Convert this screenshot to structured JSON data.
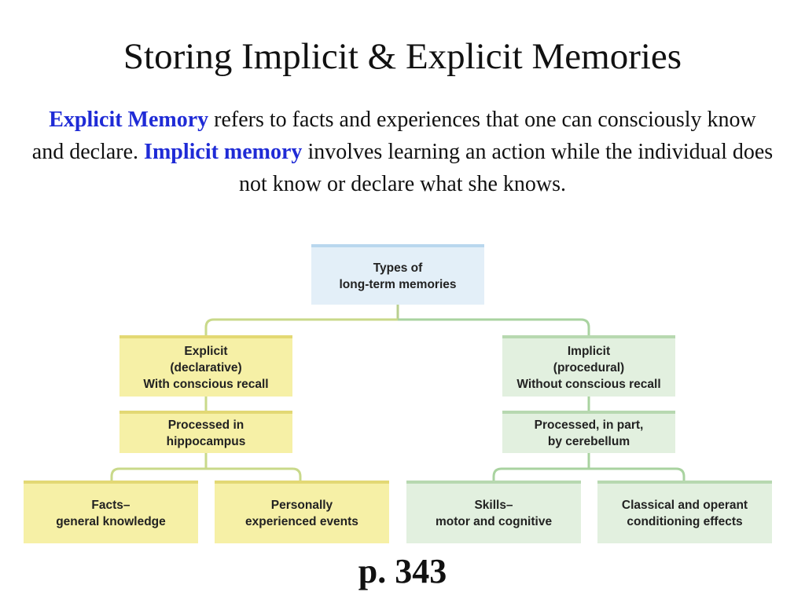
{
  "title": "Storing Implicit & Explicit Memories",
  "intro": {
    "term_explicit": "Explicit Memory",
    "text_1": " refers to facts and experiences that one can consciously know and declare. ",
    "term_implicit": "Implicit memory",
    "text_2": " involves learning an action while the individual does not know or declare what she knows."
  },
  "diagram": {
    "root": "Types of\nlong-term memories",
    "explicit": "Explicit\n(declarative)\nWith conscious recall",
    "implicit": "Implicit\n(procedural)\nWithout conscious recall",
    "explicit_processed": "Processed in\nhippocampus",
    "implicit_processed": "Processed, in part,\nby cerebellum",
    "facts": "Facts–\ngeneral knowledge",
    "personal": "Personally\nexperienced events",
    "skills": "Skills–\nmotor and cognitive",
    "conditioning": "Classical and operant\nconditioning effects",
    "colors": {
      "root_fill": "#e3eff8",
      "explicit_fill": "#f6f0a6",
      "implicit_fill": "#e2f0df",
      "connector_explicit": "#c9d98a",
      "connector_implicit": "#a9d3a0",
      "term_highlight": "#1f2bd6"
    }
  },
  "page_ref": "p. 343"
}
